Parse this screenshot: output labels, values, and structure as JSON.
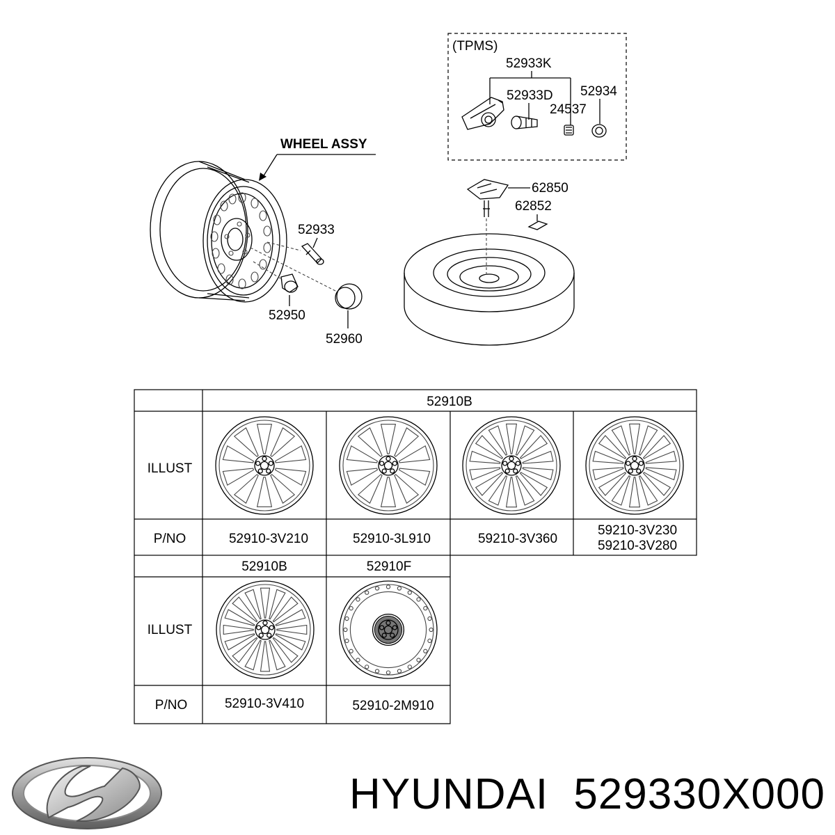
{
  "diagram": {
    "tpms_label": "(TPMS)",
    "wheel_assy_label": "WHEEL ASSY",
    "callouts": {
      "c52933K": "52933K",
      "c52933D": "52933D",
      "c52934": "52934",
      "c24537": "24537",
      "c62850": "62850",
      "c62852": "62852",
      "c52933": "52933",
      "c52950": "52950",
      "c52960": "52960"
    }
  },
  "table1": {
    "header": "52910B",
    "illust_label": "ILLUST",
    "pno_label": "P/NO",
    "parts": [
      "52910-3V210",
      "52910-3L910",
      "59210-3V360",
      "59210-3V230",
      "59210-3V280"
    ]
  },
  "table2": {
    "headers": [
      "52910B",
      "52910F"
    ],
    "illust_label": "ILLUST",
    "pno_label": "P/NO",
    "parts": [
      "52910-3V410",
      "52910-2M910"
    ]
  },
  "footer": {
    "brand": "HYUNDAI",
    "part_number": "529330X000",
    "logo_icon": "hyundai-logo-icon"
  }
}
